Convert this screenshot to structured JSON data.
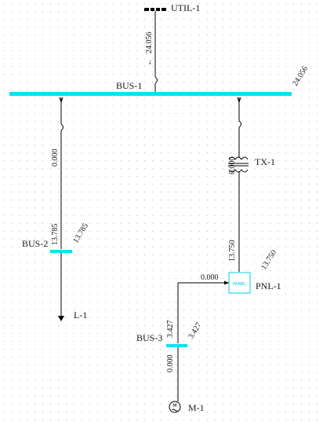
{
  "colors": {
    "bus": "#00e5ee",
    "wire": "#000000",
    "panel": "#00cfe0",
    "grid_dot": "#b8b8b8"
  },
  "utility": {
    "name": "UTIL-1",
    "flow": "24.056",
    "flow_arrow": "←"
  },
  "bus1": {
    "name": "BUS-1",
    "voltage": "24.056"
  },
  "bus2": {
    "name": "BUS-2",
    "voltage": "13.785",
    "voltage_side": "13.785",
    "upstream_flow": "0.000"
  },
  "transformer": {
    "name": "TX-1",
    "flow": "0.000",
    "secondary_flow": "13.750"
  },
  "panel": {
    "name": "PNL-1",
    "label": "PANEL",
    "voltage": "13.750",
    "branch_flow": "0.000"
  },
  "load": {
    "name": "L-1"
  },
  "bus3": {
    "name": "BUS-3",
    "voltage": "3.427",
    "voltage_side": "3.427",
    "motor_flow": "0.000"
  },
  "motor": {
    "name": "M-1",
    "symbol": "M"
  }
}
